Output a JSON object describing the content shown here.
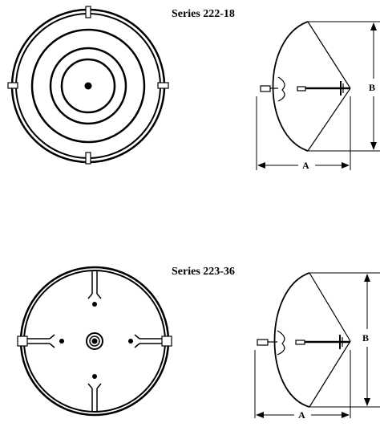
{
  "series_top": {
    "label": "Series 222-18",
    "dimension_a": "A",
    "dimension_b": "B"
  },
  "series_bottom": {
    "label": "Series 223-36",
    "dimension_a": "A",
    "dimension_b": "B"
  },
  "colors": {
    "ink": "#000000",
    "background": "#ffffff"
  }
}
